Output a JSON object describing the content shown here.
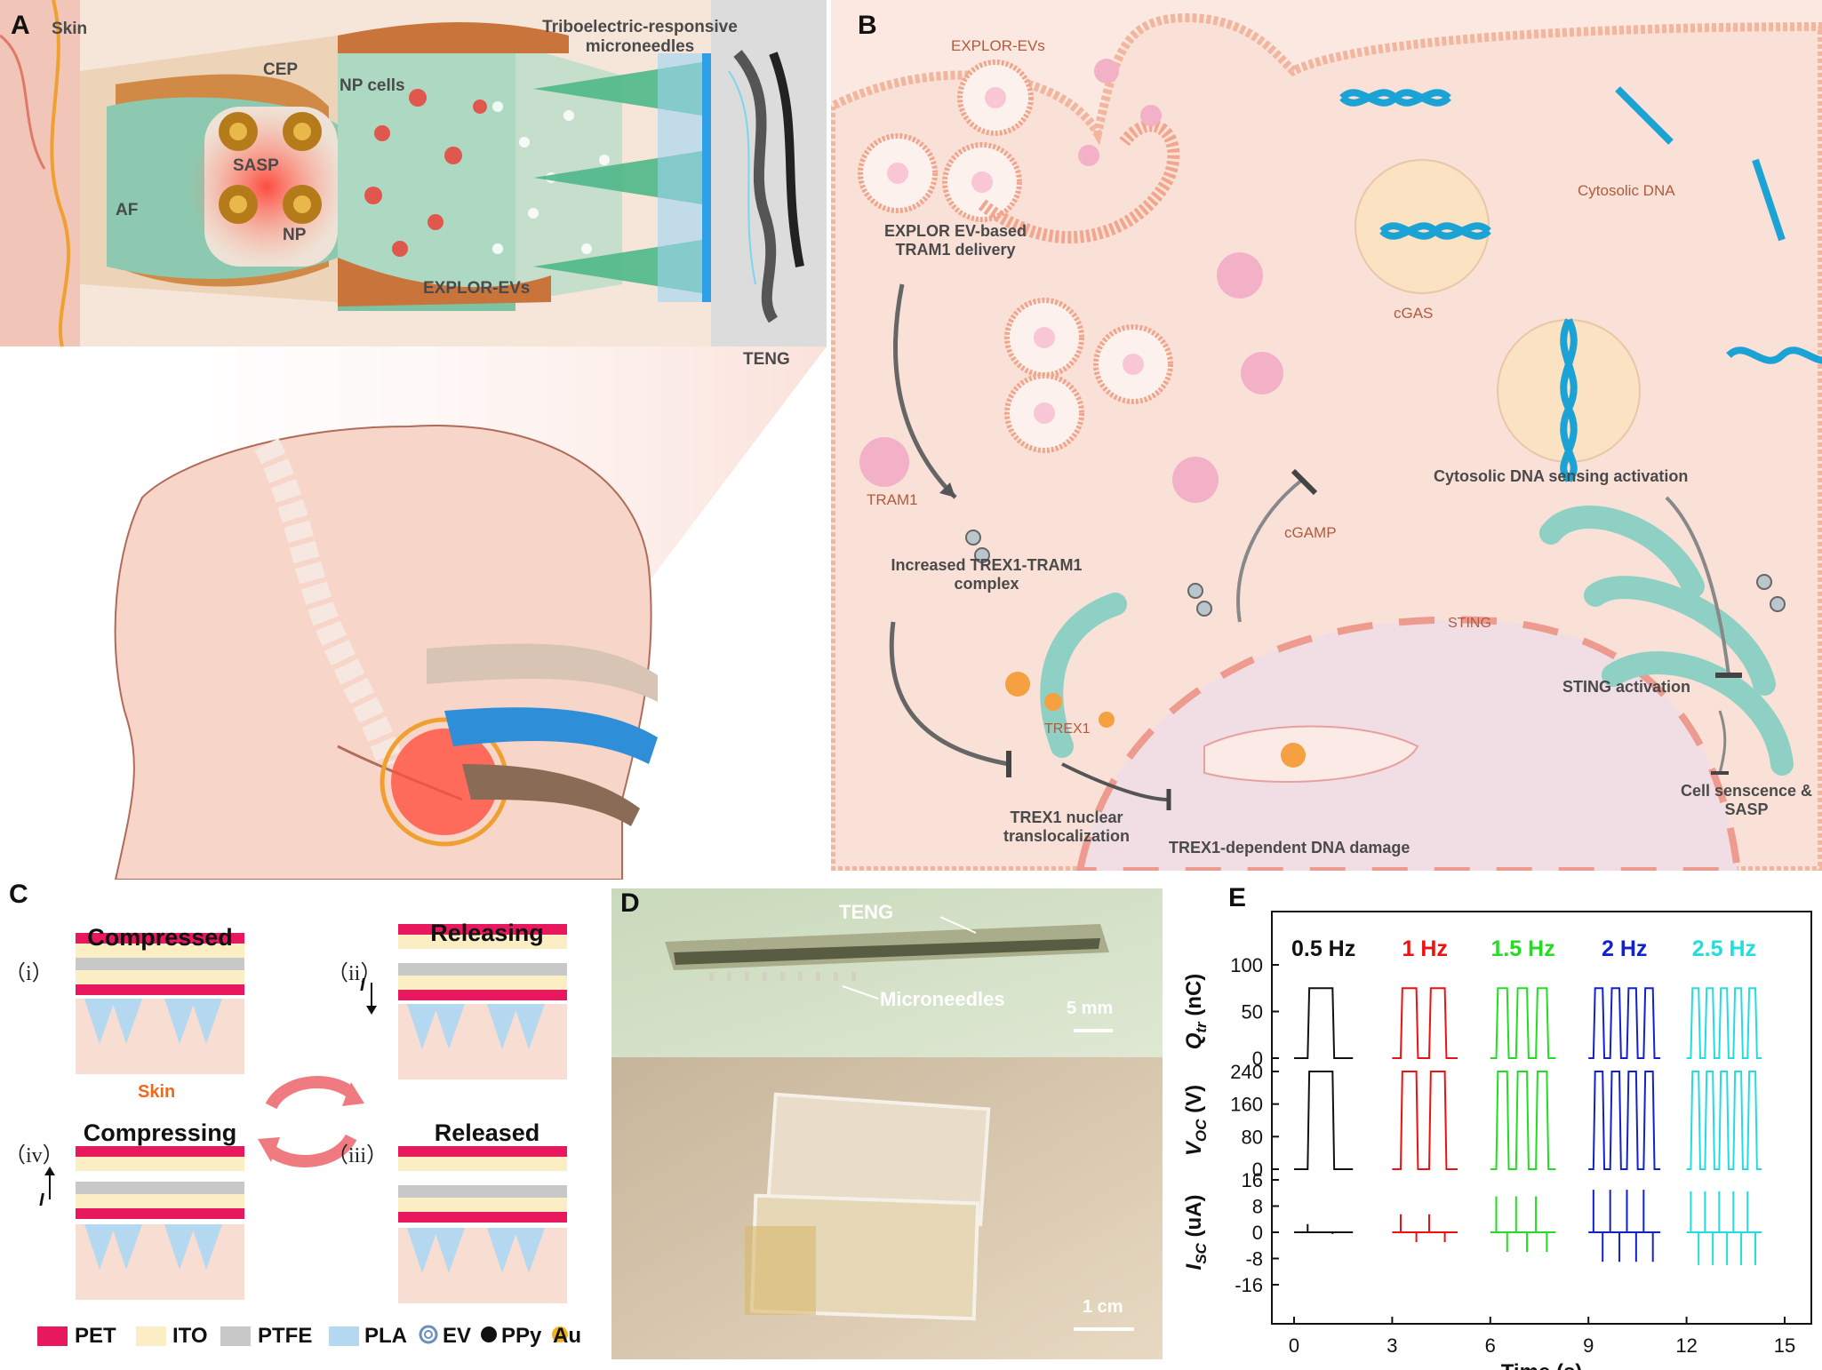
{
  "panel_labels": {
    "a": "A",
    "b": "B",
    "c": "C",
    "d": "D",
    "e": "E"
  },
  "panel_a": {
    "skin": "Skin",
    "cep": "CEP",
    "np_cells": "NP cells",
    "teng_micro": "Triboelectric-responsive microneedles",
    "af": "AF",
    "sasp": "SASP",
    "np": "NP",
    "explor_evs": "EXPLOR-EVs",
    "teng": "TENG"
  },
  "panel_b": {
    "explor_evs": "EXPLOR-EVs",
    "delivery": "EXPLOR EV-based TRAM1 delivery",
    "cytosolic_dna": "Cytosolic DNA",
    "cgas": "cGAS",
    "sensing": "Cytosolic DNA sensing activation",
    "tram1": "TRAM1",
    "cgamp": "cGAMP",
    "increased": "Increased TREX1-TRAM1 complex",
    "sting": "STING",
    "sting_activation": "STING activation",
    "trex1": "TREX1",
    "cell_senescence": "Cell senscence & SASP",
    "nuclear": "TREX1 nuclear translocalization",
    "damage": "TREX1-dependent DNA damage"
  },
  "panel_c": {
    "compressed": "Compressed",
    "releasing": "Releasing",
    "compressing": "Compressing",
    "released": "Released",
    "r_i": "（i）",
    "r_ii": "（ii）",
    "r_iii": "（iii）",
    "r_iv": "（iv）",
    "skin": "Skin",
    "current": "I",
    "legend": [
      {
        "label": "PET",
        "color": "#e8185f"
      },
      {
        "label": "ITO",
        "color": "#fbeec4"
      },
      {
        "label": "PTFE",
        "color": "#c8c8c8"
      },
      {
        "label": "PLA",
        "color": "#b4d8f0"
      },
      {
        "label": "EV",
        "color": "#6a8fc0"
      },
      {
        "label": "PPy",
        "color": "#111111"
      },
      {
        "label": "Au",
        "color": "#f2b21a"
      }
    ]
  },
  "panel_d": {
    "teng": "TENG",
    "microneedles": "Microneedles",
    "scale_top": "5 mm",
    "scale_bottom": "1 cm"
  },
  "chart_data": {
    "type": "line",
    "xlabel": "Time (s)",
    "x_ticks": [
      "0",
      "3",
      "6",
      "9",
      "12",
      "15"
    ],
    "xlim": [
      0,
      15
    ],
    "frequencies": [
      {
        "name": "0.5 Hz",
        "color": "#111111",
        "t_start": 0.0,
        "t_end": 1.8,
        "cycles": 1
      },
      {
        "name": "1 Hz",
        "color": "#ee1111",
        "t_start": 3.0,
        "t_end": 5.0,
        "cycles": 2
      },
      {
        "name": "1.5 Hz",
        "color": "#22dd22",
        "t_start": 6.0,
        "t_end": 8.0,
        "cycles": 3
      },
      {
        "name": "2 Hz",
        "color": "#1122cc",
        "t_start": 9.0,
        "t_end": 11.2,
        "cycles": 4
      },
      {
        "name": "2.5 Hz",
        "color": "#22dddd",
        "t_start": 12.0,
        "t_end": 14.3,
        "cycles": 5
      }
    ],
    "subplots": [
      {
        "ylabel_main": "Q",
        "ylabel_sub": "tr",
        "ylabel_unit": " (nC)",
        "ylim": [
          0,
          100
        ],
        "yticks": [
          "100",
          "50",
          "0"
        ],
        "high": 75,
        "low": 0,
        "kind": "square"
      },
      {
        "ylabel_main": "V",
        "ylabel_sub": "OC",
        "ylabel_unit": " (V)",
        "ylim": [
          0,
          240
        ],
        "yticks": [
          "240",
          "160",
          "80",
          "0"
        ],
        "high": 240,
        "low": 0,
        "kind": "square"
      },
      {
        "ylabel_main": "I",
        "ylabel_sub": "SC",
        "ylabel_unit": " (uA)",
        "ylim": [
          -16,
          16
        ],
        "yticks": [
          "16",
          "8",
          "0",
          "-8",
          "-16"
        ],
        "spike_pos": [
          2.5,
          5.5,
          11,
          13,
          12.5
        ],
        "spike_neg": [
          -0.5,
          -3,
          -6,
          -9,
          -10
        ],
        "kind": "spike"
      }
    ]
  }
}
